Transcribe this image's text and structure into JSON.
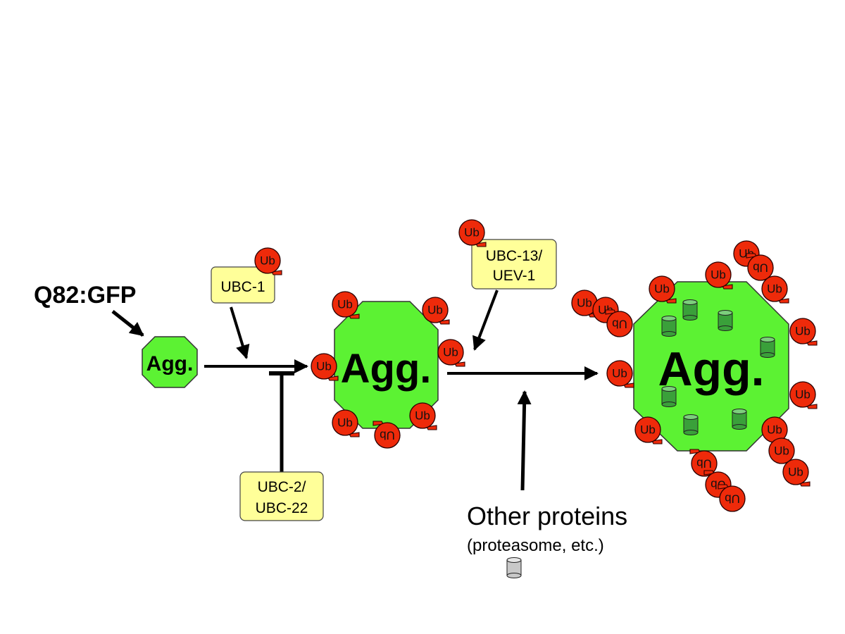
{
  "title": "Q82:GFP",
  "agg_label": "Agg.",
  "ub_label": "Ub",
  "enzymes": {
    "ubc1": "UBC-1",
    "ubc13": [
      "UBC-13/",
      "UEV-1"
    ],
    "ubc2": [
      "UBC-2/",
      "UBC-22"
    ]
  },
  "other": {
    "title": "Other proteins",
    "subtitle": "(proteasome, etc.)"
  },
  "colors": {
    "agg_fill": "#5cf233",
    "ub_fill": "#ee2a0a",
    "enzyme_box": "#ffff99",
    "proteasome_green": "#3aa03a",
    "proteasome_gray": "#c8c8c8"
  }
}
